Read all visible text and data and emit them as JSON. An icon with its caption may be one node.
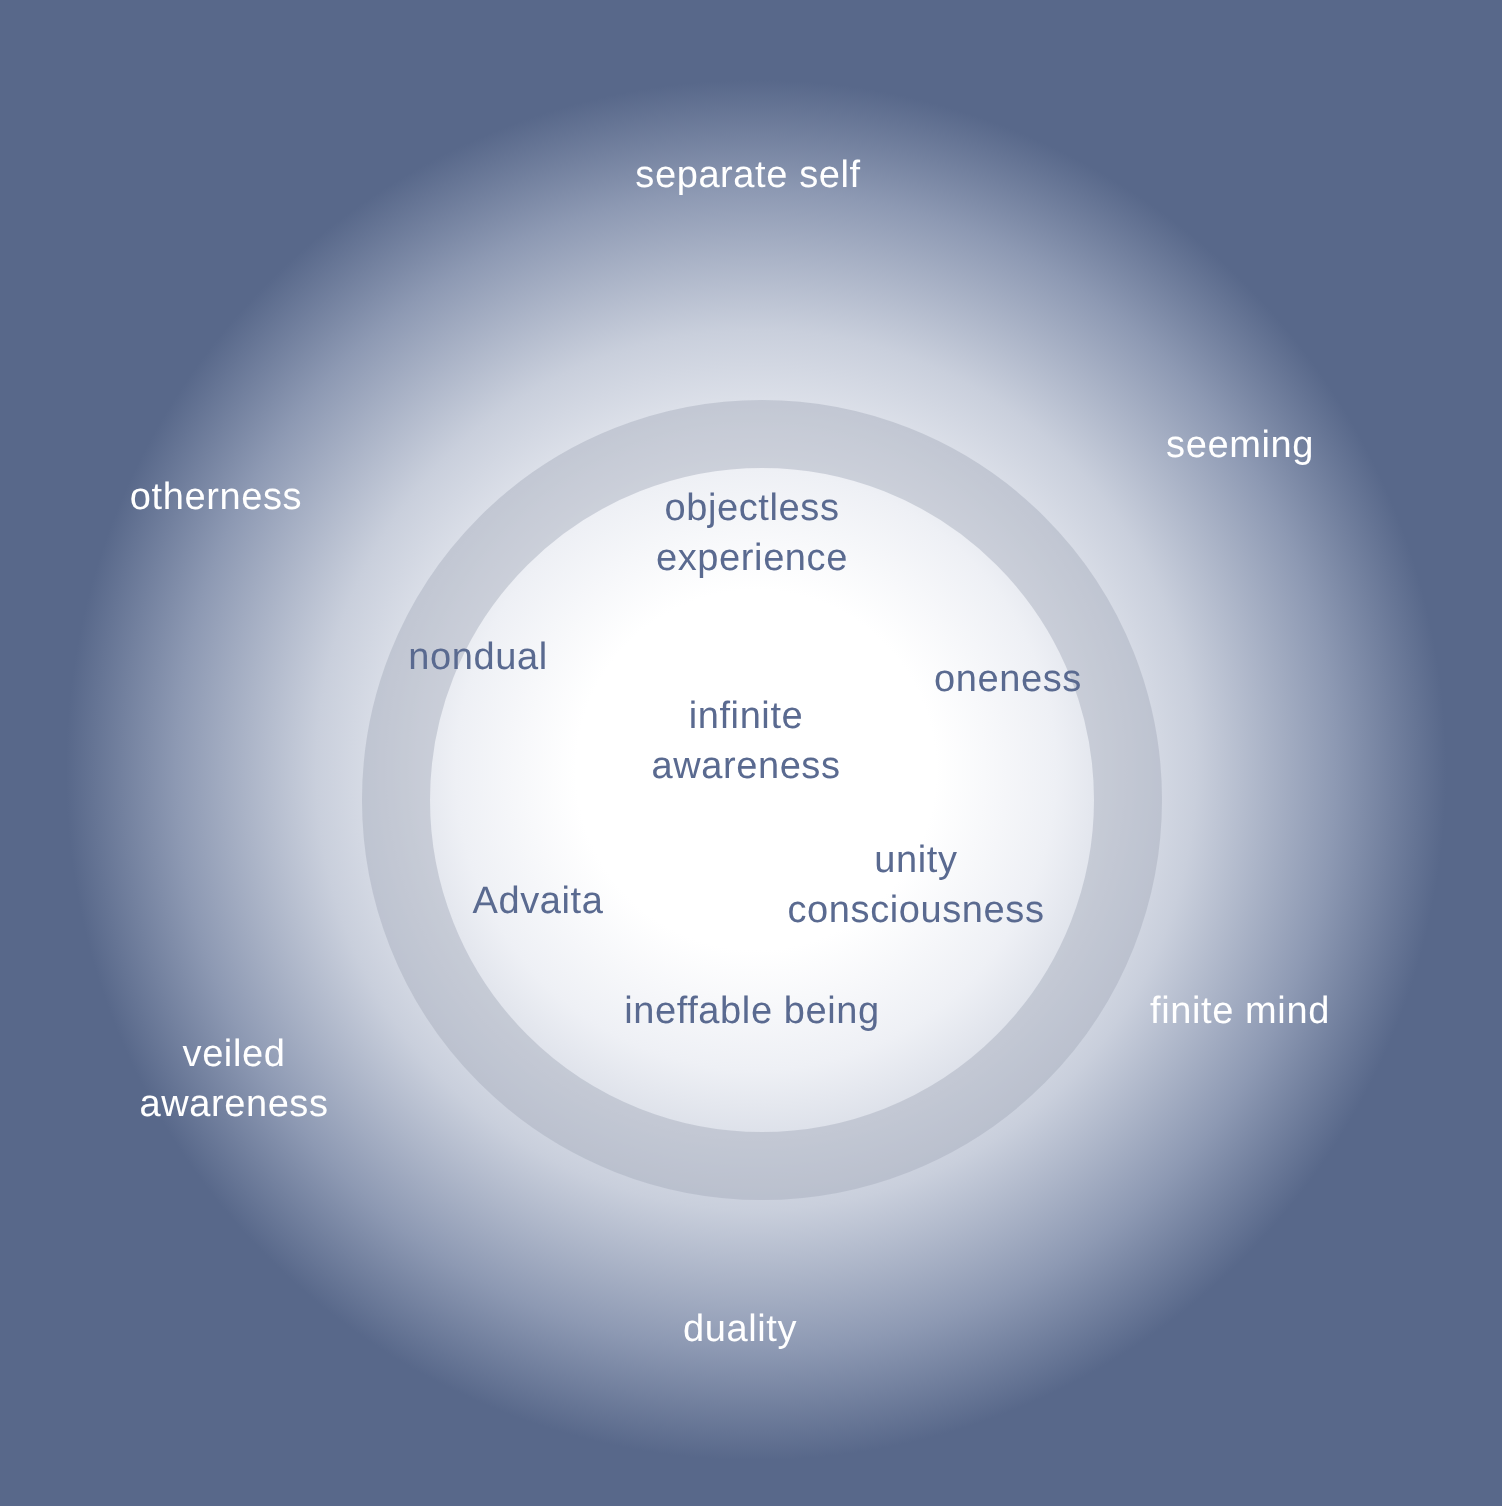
{
  "diagram": {
    "labels": [
      "separate self",
      "seeming",
      "otherness",
      "objectless experience",
      "nondual",
      "oneness",
      "infinite awareness",
      "unity consciousness",
      "Advaita",
      "ineffable being",
      "finite mind",
      "veiled awareness",
      "duality"
    ]
  }
}
